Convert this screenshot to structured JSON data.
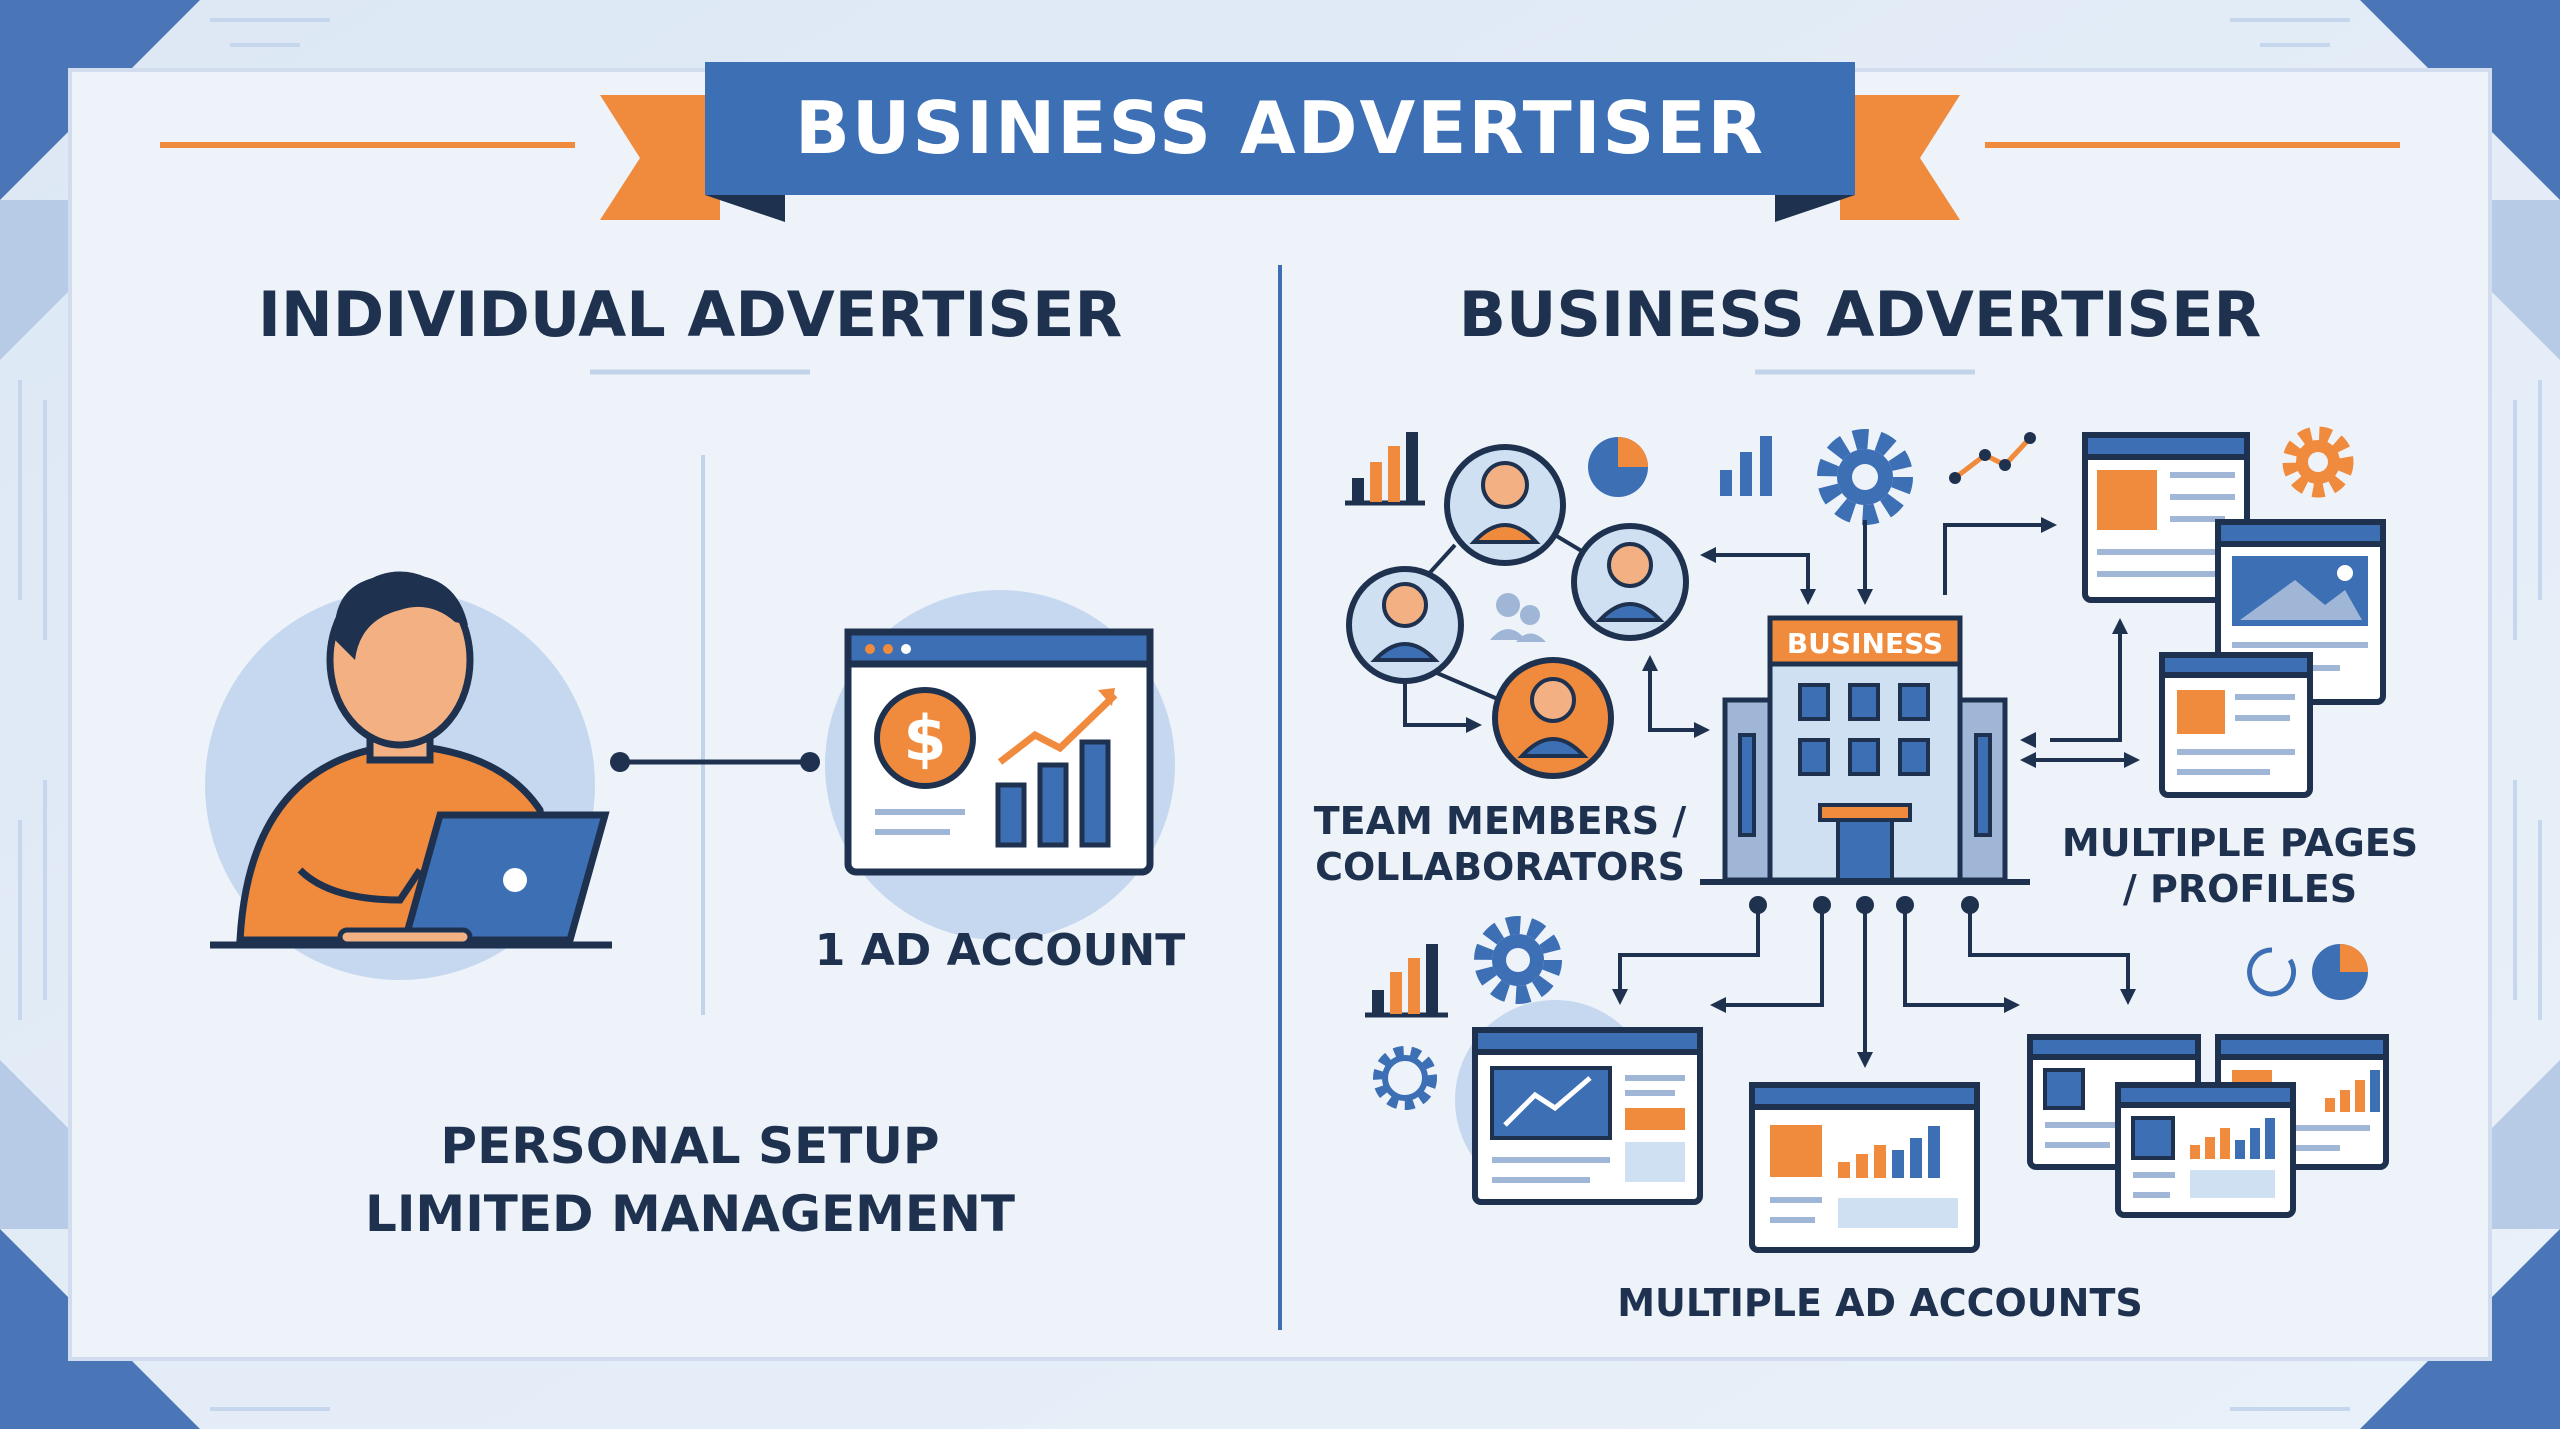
{
  "banner": {
    "title": "BUSINESS ADVERTISER"
  },
  "left": {
    "title": "INDIVIDUAL ADVERTISER",
    "account_label": "1 AD ACCOUNT",
    "footer": [
      "PERSONAL SETUP",
      "LIMITED MANAGEMENT"
    ]
  },
  "right": {
    "title": "BUSINESS ADVERTISER",
    "building_sign": "BUSINESS",
    "team_label": [
      "TEAM MEMBERS /",
      "COLLABORATORS"
    ],
    "pages_label": [
      "MULTIPLE PAGES",
      "/ PROFILES"
    ],
    "accounts_label": "MULTIPLE AD ACCOUNTS"
  },
  "icons": {
    "person": "person-laptop-icon",
    "dollar": "dollar-icon",
    "gear": "gear-icon",
    "bar_chart": "bar-chart-icon",
    "pie_chart": "pie-chart-icon",
    "building": "building-icon",
    "team_avatar": "team-avatar-icon"
  },
  "colors": {
    "navy": "#1e3250",
    "blue": "#3d6fb5",
    "orange": "#f08a3c",
    "light_blue": "#cfe0f3",
    "background": "#e6eef8"
  }
}
